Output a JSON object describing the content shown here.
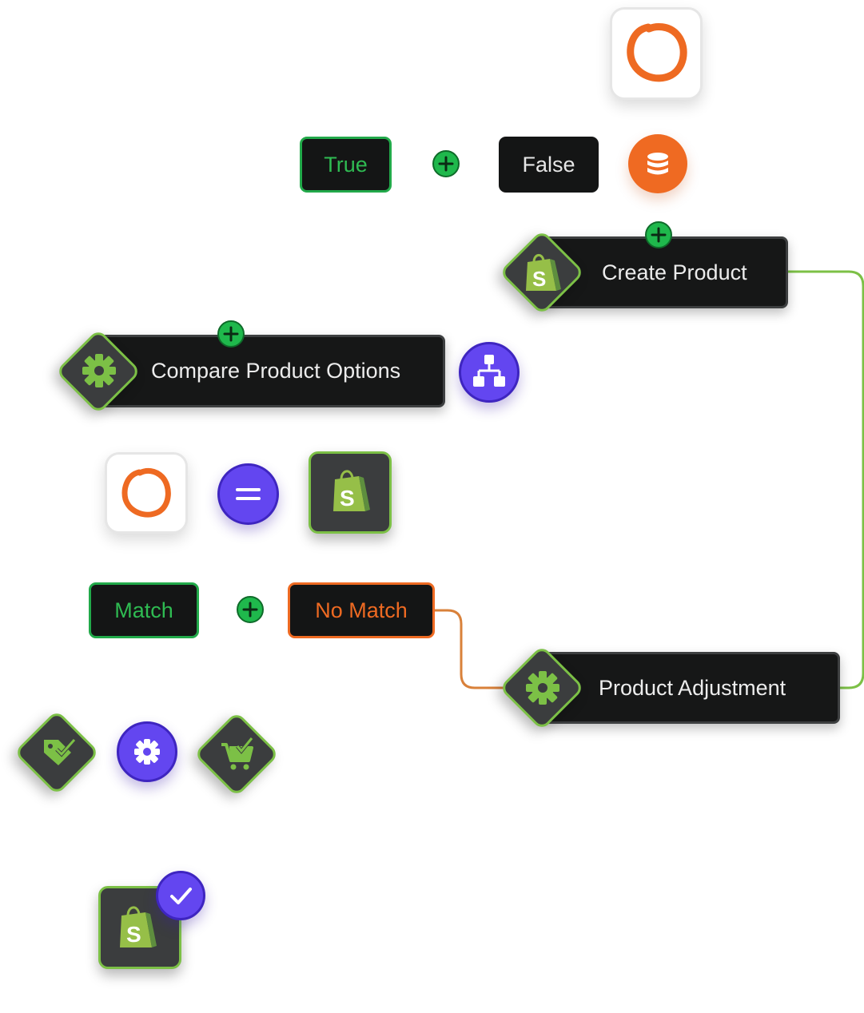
{
  "branch_top": {
    "true_label": "True",
    "false_label": "False"
  },
  "nodes": {
    "create_product": "Create Product",
    "compare_product_options": "Compare Product Options",
    "product_adjustment": "Product Adjustment"
  },
  "branch_bottom": {
    "match_label": "Match",
    "no_match_label": "No Match"
  },
  "colors": {
    "green_accent": "#7cc046",
    "true_green": "#22a94a",
    "orange_accent": "#ee6a22",
    "purple_accent": "#6346f0",
    "node_bg": "#161717"
  },
  "icons": [
    "brand-ring-icon",
    "database-icon",
    "shopify-bag-icon",
    "gear-icon",
    "hierarchy-icon",
    "equals-icon",
    "tag-check-icon",
    "cart-check-icon",
    "checkmark-icon",
    "add-icon"
  ]
}
